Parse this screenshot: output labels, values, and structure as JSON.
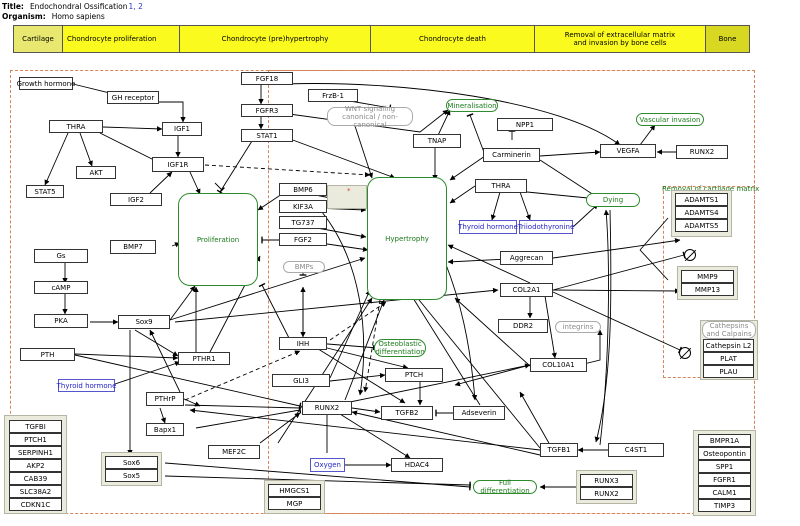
{
  "header": {
    "title_label": "Title:",
    "title_value": "Endochondral Ossification",
    "refs": "1, 2",
    "organism_label": "Organism:",
    "organism_value": "Homo sapiens"
  },
  "stages": [
    "Cartilage",
    "Chondrocyte proliferation",
    "Chondrocyte (pre)hypertrophy",
    "Chondrocyte death",
    "Removal of extracellular matrix\nand invasion by bone cells",
    "Bone"
  ],
  "phenotypes": {
    "proliferation": "Proliferation",
    "hypertrophy": "Hypertrophy",
    "mineralisation": "Mineralisation",
    "vascular_invasion": "Vascular invasion",
    "dying": "Dying",
    "osteoblastic": "Osteoblastic\ndifferentiation",
    "full_diff": "Full differentiation"
  },
  "labels": {
    "removal_cartilage": "Removal of cartilage matrix"
  },
  "nodes": {
    "growth_hormone": "Growth hormone",
    "gh_receptor": "GH receptor",
    "thra_left": "THRA",
    "igf1": "IGF1",
    "akt": "AKT",
    "igf1r": "IGF1R",
    "stat5": "STAT5",
    "igf2": "IGF2",
    "fgf18": "FGF18",
    "fgfr3": "FGFR3",
    "stat1": "STAT1",
    "frzb": "FrzB-1",
    "wnt": "WNT signaling\ncanonical / non-canonical",
    "bmp6": "BMP6",
    "kif3a": "KIF3A",
    "tg737": "TG737",
    "fgf2": "FGF2",
    "bmps": "BMPs",
    "bmp7": "BMP7",
    "gs": "Gs",
    "camp": "cAMP",
    "pka": "PKA",
    "sox9": "Sox9",
    "pth": "PTH",
    "thyroid_left": "Thyroid hormone",
    "pthr1": "PTHR1",
    "pthrp": "PTHrP",
    "bapx1": "Bapx1",
    "ihh": "IHH",
    "gli3": "GLI3",
    "runx2": "RUNX2",
    "ptch": "PTCH",
    "tgfb2": "TGFB2",
    "adseverin": "Adseverin",
    "mef2c": "MEF2C",
    "oxygen": "Oxygen",
    "hdac4": "HDAC4",
    "sox6": "Sox6",
    "sox5": "Sox5",
    "tnap": "TNAP",
    "npp1": "NPP1",
    "carminerin": "Carminerin",
    "vegfa": "VEGFA",
    "runx2_right": "RUNX2",
    "thra_right": "THRA",
    "thyroid_mid": "Thyroid hormone",
    "triiodothyronine": "Triiodothyronine",
    "aggrecan": "Aggrecan",
    "col2a1": "COL2A1",
    "ddr2": "DDR2",
    "integrins": "integrins",
    "col10a1": "COL10A1",
    "tgfb1": "TGFB1",
    "c4st1": "C4ST1",
    "star": "*"
  },
  "lists": {
    "adamts": [
      "ADAMTS1",
      "ADAMTS4",
      "ADAMTS5"
    ],
    "mmp": [
      "MMP9",
      "MMP13"
    ],
    "cathepsins_title": "Cathepsins\nand Calpains",
    "cathepsins": [
      "Cathepsin L2",
      "PLAT",
      "PLAU"
    ],
    "left_bottom": [
      "TGFBI",
      "PTCH1",
      "SERPINH1",
      "AKP2",
      "CAB39",
      "SLC38A2",
      "CDKN1C"
    ],
    "sox": [
      "Sox6",
      "Sox5"
    ],
    "hmgcs": [
      "HMGCS1",
      "MGP"
    ],
    "runx_pair": [
      "RUNX3",
      "RUNX2"
    ],
    "right_bottom": [
      "BMPR1A",
      "Osteopontin",
      "SPP1",
      "FGFR1",
      "CALM1",
      "TIMP3"
    ]
  }
}
